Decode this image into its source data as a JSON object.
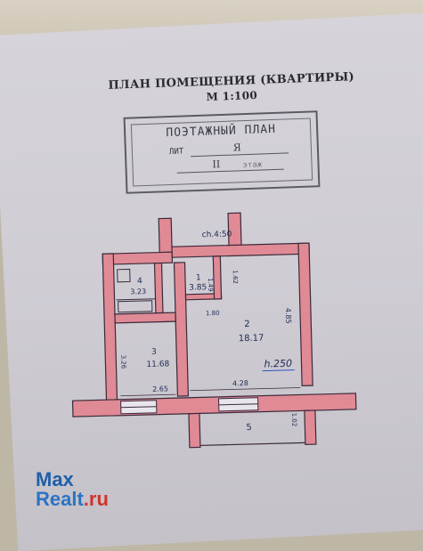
{
  "header": {
    "title": "ПЛАН ПОМЕЩЕНИЯ (КВАРТИРЫ)",
    "scale": "М 1:100"
  },
  "stamp": {
    "title": "ПОЭТАЖНЫЙ ПЛАН",
    "lit_label": "ЛИТ",
    "lit_value": "Я",
    "floor_value": "II",
    "floor_label": "этаж"
  },
  "plan": {
    "ceiling_mark": "ch.4:50",
    "height_mark": "h.250",
    "rooms": [
      {
        "number": "1",
        "area": "3.85"
      },
      {
        "number": "2",
        "area": "18.17"
      },
      {
        "number": "3",
        "area": "11.68"
      },
      {
        "number": "4",
        "area": "3.23"
      },
      {
        "number": "5",
        "area": ""
      }
    ],
    "dimensions": {
      "d1": "1.49",
      "d2": "1.62",
      "d3": "1.80",
      "d4": "4.85",
      "d5": "3.26",
      "d6": "2.65",
      "d7": "4.28",
      "d8": "1.02"
    }
  },
  "watermark": {
    "brand_max": "Max",
    "brand_realt": "Realt",
    "brand_ru": ".ru"
  },
  "colors": {
    "wall_fill": "#e08a95",
    "line": "#3a2a3a",
    "ink": "#1e2a50",
    "height_ink": "#3050c0",
    "brand_blue": "#1f5fa8",
    "brand_red": "#d2322d"
  }
}
